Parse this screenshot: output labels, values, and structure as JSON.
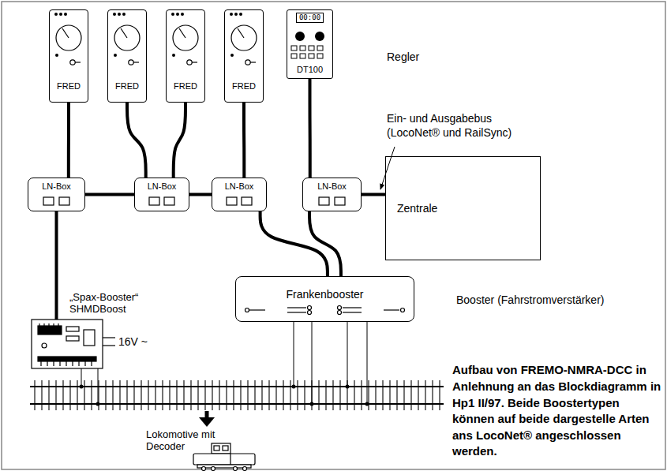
{
  "diagram": {
    "caption": "Aufbau von FREMO-NMRA-DCC in Anlehnung an das Blockdiagramm in Hp1 II/97. Beide Boostertypen können auf beide dargestelle Arten ans LocoNet® angeschlossen werden.",
    "nodes": [
      {
        "text": [
          "FRED"
        ]
      },
      {
        "text": [
          "FRED"
        ]
      },
      {
        "text": [
          "FRED"
        ]
      },
      {
        "text": [
          "FRED"
        ]
      },
      {
        "text": [
          "00:00",
          "DT100"
        ]
      },
      {
        "text": [
          "LN-Box"
        ]
      },
      {
        "text": [
          "LN-Box"
        ]
      },
      {
        "text": [
          "LN-Box"
        ]
      },
      {
        "text": [
          "LN-Box"
        ]
      },
      {
        "text": [
          "Zentrale"
        ]
      },
      {
        "text": [
          "„Spax-Booster“ SHMDBoost"
        ]
      },
      {
        "text": [
          "Frankenbooster"
        ]
      }
    ],
    "edges": [
      {
        "from": 0,
        "to": 5,
        "arrow": "none"
      },
      {
        "from": 1,
        "to": 6,
        "arrow": "none"
      },
      {
        "from": 2,
        "to": 6,
        "arrow": "none"
      },
      {
        "from": 3,
        "to": 7,
        "arrow": "none"
      },
      {
        "from": 4,
        "to": 8,
        "arrow": "none"
      },
      {
        "from": 5,
        "to": 6,
        "arrow": "none"
      },
      {
        "from": 6,
        "to": 7,
        "arrow": "none"
      },
      {
        "from": 8,
        "to": 9,
        "arrow": "none"
      },
      {
        "from": 5,
        "to": 10,
        "arrow": "none"
      },
      {
        "from": 7,
        "to": 11,
        "arrow": "none"
      },
      {
        "from": 8,
        "to": 11,
        "arrow": "none"
      }
    ],
    "labels": [
      "Regler",
      "Ein- und Ausgabebus (LocoNet® und RailSync)",
      "Booster (Fahrstromverstärker)",
      "16V ~",
      "Lokomotive mit Decoder"
    ]
  }
}
